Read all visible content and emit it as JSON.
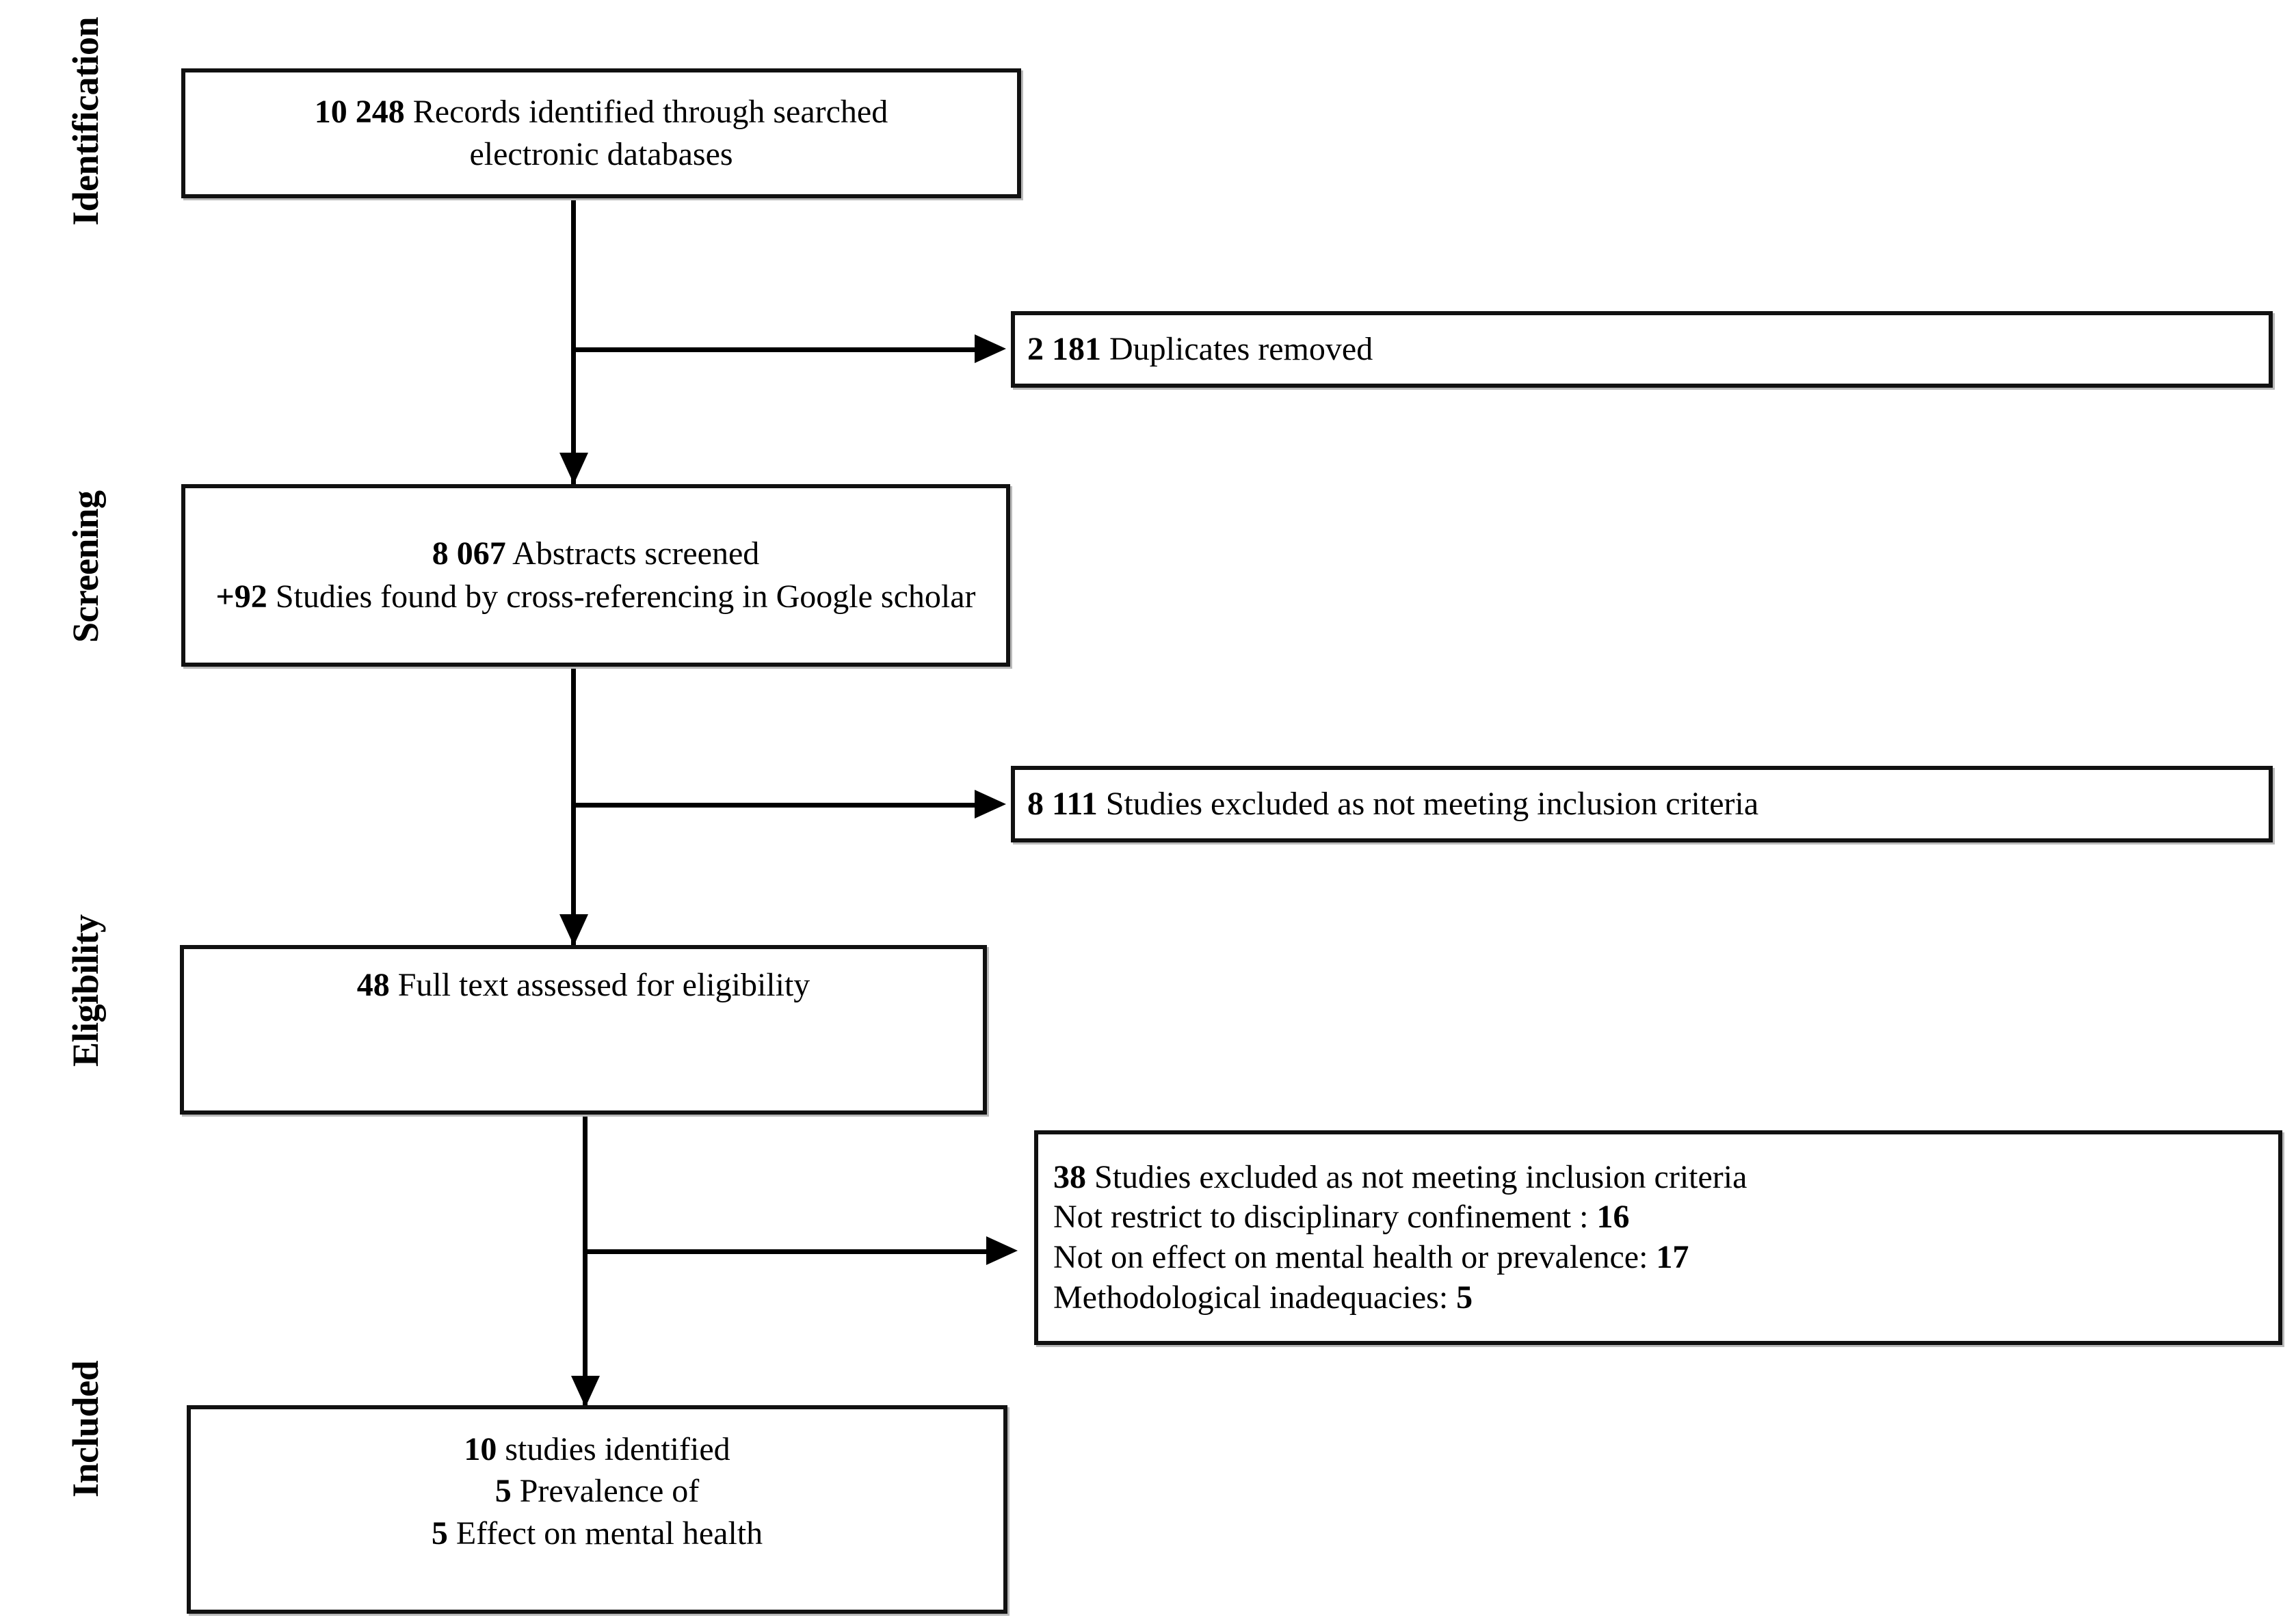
{
  "diagram": {
    "type": "prisma-flow-diagram",
    "stages": [
      {
        "id": "identification",
        "label": "Identification"
      },
      {
        "id": "screening",
        "label": "Screening"
      },
      {
        "id": "eligibility",
        "label": "Eligibility"
      },
      {
        "id": "included",
        "label": "Included"
      }
    ],
    "boxes": {
      "records_identified": {
        "lines": [
          {
            "num": "10 248",
            "text": " Records identified through searched"
          },
          {
            "num": "",
            "text": "electronic databases"
          }
        ]
      },
      "duplicates_removed": {
        "lines": [
          {
            "num": "2 181",
            "text": " Duplicates removed"
          }
        ]
      },
      "abstracts_screened": {
        "lines": [
          {
            "num": "8 067",
            "text": " Abstracts screened"
          },
          {
            "num": "+92",
            "text": " Studies found by cross-referencing in Google scholar"
          }
        ]
      },
      "studies_excluded_screening": {
        "lines": [
          {
            "num": "8 111",
            "text": " Studies excluded as not meeting inclusion criteria"
          }
        ]
      },
      "full_text_assessed": {
        "lines": [
          {
            "num": "48",
            "text": " Full text assessed for eligibility"
          }
        ]
      },
      "studies_excluded_eligibility": {
        "lines": [
          {
            "pre": "",
            "num": "38",
            "post": "  Studies excluded as not meeting inclusion criteria"
          },
          {
            "pre": "Not restrict to disciplinary confinement : ",
            "num": "16",
            "post": ""
          },
          {
            "pre": "Not on effect on mental health or prevalence: ",
            "num": "17",
            "post": ""
          },
          {
            "pre": "Methodological inadequacies: ",
            "num": "5",
            "post": ""
          }
        ]
      },
      "studies_included": {
        "lines": [
          {
            "num": "10",
            "text": " studies identified"
          },
          {
            "num": "5",
            "text": " Prevalence of"
          },
          {
            "num": "5",
            "text": " Effect on mental health"
          }
        ]
      }
    },
    "colors": {
      "line": "#000000",
      "box_border": "#111111",
      "background": "#ffffff",
      "text": "#000000"
    }
  },
  "chart_data": {
    "type": "table",
    "title": "PRISMA study selection flow",
    "nodes": [
      {
        "stage": "Identification",
        "label": "Records identified through searched electronic databases",
        "value": 10248
      },
      {
        "stage": "Identification",
        "label": "Duplicates removed",
        "value": 2181
      },
      {
        "stage": "Screening",
        "label": "Abstracts screened",
        "value": 8067
      },
      {
        "stage": "Screening",
        "label": "Studies found by cross-referencing in Google scholar",
        "value": 92
      },
      {
        "stage": "Screening",
        "label": "Studies excluded as not meeting inclusion criteria",
        "value": 8111
      },
      {
        "stage": "Eligibility",
        "label": "Full text assessed for eligibility",
        "value": 48
      },
      {
        "stage": "Eligibility",
        "label": "Studies excluded as not meeting inclusion criteria",
        "value": 38
      },
      {
        "stage": "Eligibility",
        "label": "Not restrict to disciplinary confinement",
        "value": 16
      },
      {
        "stage": "Eligibility",
        "label": "Not on effect on mental health or prevalence",
        "value": 17
      },
      {
        "stage": "Eligibility",
        "label": "Methodological inadequacies",
        "value": 5
      },
      {
        "stage": "Included",
        "label": "studies identified",
        "value": 10
      },
      {
        "stage": "Included",
        "label": "Prevalence of",
        "value": 5
      },
      {
        "stage": "Included",
        "label": "Effect on mental health",
        "value": 5
      }
    ]
  }
}
